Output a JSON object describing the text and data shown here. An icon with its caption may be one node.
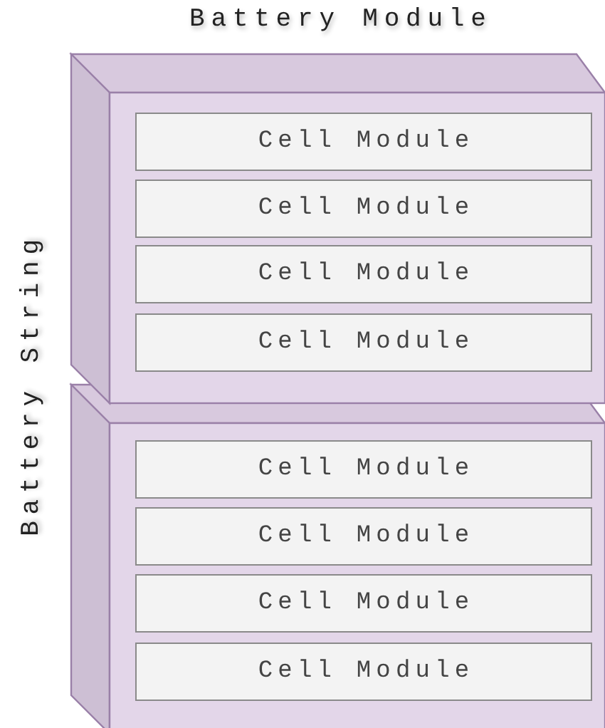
{
  "diagram": {
    "nodes": [
      {
        "text": [
          "Battery Module"
        ]
      },
      {
        "text": [
          "Cell Module"
        ],
        "in": 0
      },
      {
        "text": [
          "Cell Module"
        ],
        "in": 0
      },
      {
        "text": [
          "Cell Module"
        ],
        "in": 0
      },
      {
        "text": [
          "Cell Module"
        ],
        "in": 0
      },
      {
        "text": [],
        "shape": "box"
      },
      {
        "text": [
          "Cell Module"
        ],
        "in": 5
      },
      {
        "text": [
          "Cell Module"
        ],
        "in": 5
      },
      {
        "text": [
          "Cell Module"
        ],
        "in": 5
      },
      {
        "text": [
          "Cell Module"
        ],
        "in": 5
      }
    ],
    "labels": [
      "Battery String"
    ]
  }
}
